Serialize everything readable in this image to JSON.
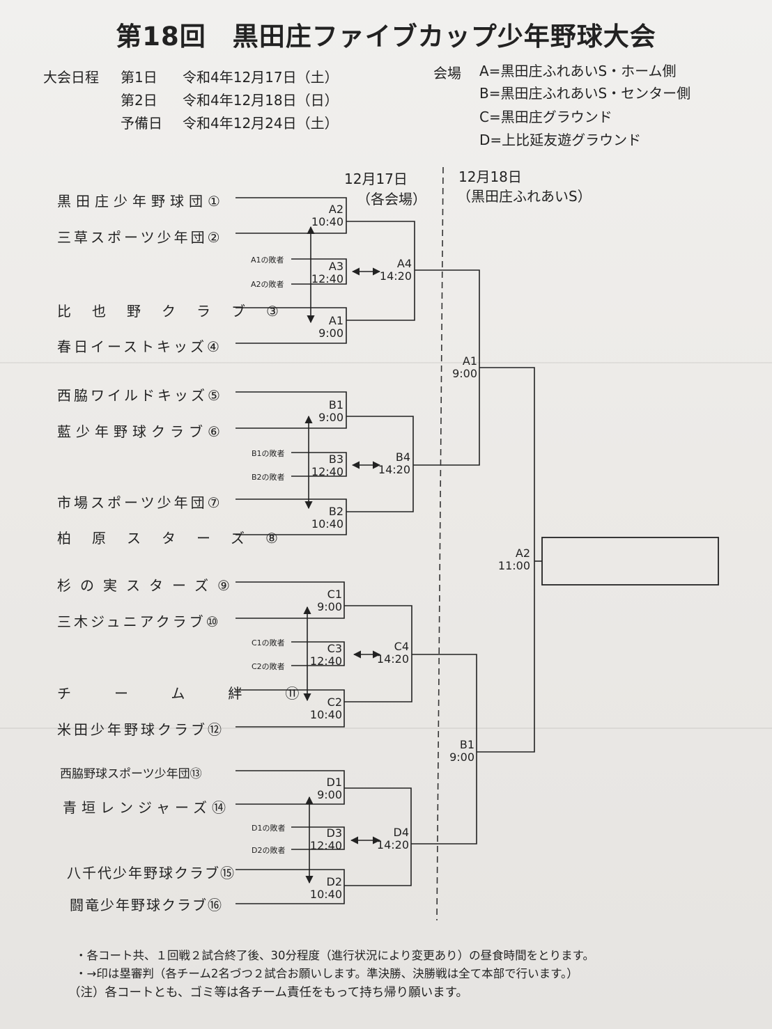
{
  "title": "第18回　黒田庄ファイブカップ少年野球大会",
  "schedule": {
    "label": "大会日程",
    "rows": [
      {
        "day": "第1日",
        "date": "令和4年12月17日（土）"
      },
      {
        "day": "第2日",
        "date": "令和4年12月18日（日）"
      },
      {
        "day": "予備日",
        "date": "令和4年12月24日（土）"
      }
    ]
  },
  "venues": {
    "label": "会場",
    "items": [
      "A=黒田庄ふれあいS・ホーム側",
      "B=黒田庄ふれあいS・センター側",
      "C=黒田庄グラウンド",
      "D=上比延友遊グラウンド"
    ]
  },
  "day1": {
    "date": "12月17日",
    "place": "（各会場）"
  },
  "day2": {
    "date": "12月18日",
    "place": "（黒田庄ふれあいS）"
  },
  "teams": [
    {
      "name": "黒田庄少年野球団",
      "num": "①"
    },
    {
      "name": "三草スポーツ少年団",
      "num": "②"
    },
    {
      "name": "比也野クラブ",
      "num": "③"
    },
    {
      "name": "春日イーストキッズ",
      "num": "④"
    },
    {
      "name": "西脇ワイルドキッズ",
      "num": "⑤"
    },
    {
      "name": "藍少年野球クラブ",
      "num": "⑥"
    },
    {
      "name": "市場スポーツ少年団",
      "num": "⑦"
    },
    {
      "name": "柏原スターズ",
      "num": "⑧"
    },
    {
      "name": "杉の実スターズ",
      "num": "⑨"
    },
    {
      "name": "三木ジュニアクラブ",
      "num": "⑩"
    },
    {
      "name": "チーム絆",
      "num": "⑪"
    },
    {
      "name": "米田少年野球クラブ",
      "num": "⑫"
    },
    {
      "name": "西脇野球スポーツ少年団",
      "num": "⑬"
    },
    {
      "name": "青垣レンジャーズ",
      "num": "⑭"
    },
    {
      "name": "八千代少年野球クラブ",
      "num": "⑮"
    },
    {
      "name": "闘竜少年野球クラブ",
      "num": "⑯"
    }
  ],
  "games": {
    "A2": {
      "code": "A2",
      "time": "10:40"
    },
    "A3": {
      "code": "A3",
      "time": "12:40"
    },
    "A1": {
      "code": "A1",
      "time": "9:00"
    },
    "A4": {
      "code": "A4",
      "time": "14:20"
    },
    "B1": {
      "code": "B1",
      "time": "9:00"
    },
    "B3": {
      "code": "B3",
      "time": "12:40"
    },
    "B2": {
      "code": "B2",
      "time": "10:40"
    },
    "B4": {
      "code": "B4",
      "time": "14:20"
    },
    "C1": {
      "code": "C1",
      "time": "9:00"
    },
    "C3": {
      "code": "C3",
      "time": "12:40"
    },
    "C2": {
      "code": "C2",
      "time": "10:40"
    },
    "C4": {
      "code": "C4",
      "time": "14:20"
    },
    "D1": {
      "code": "D1",
      "time": "9:00"
    },
    "D3": {
      "code": "D3",
      "time": "12:40"
    },
    "D2": {
      "code": "D2",
      "time": "10:40"
    },
    "D4": {
      "code": "D4",
      "time": "14:20"
    },
    "SF1": {
      "code": "A1",
      "time": "9:00"
    },
    "SF2": {
      "code": "B1",
      "time": "9:00"
    },
    "F": {
      "code": "A2",
      "time": "11:00"
    }
  },
  "losers": {
    "A1": "A1の敗者",
    "A2": "A2の敗者",
    "B1": "B1の敗者",
    "B2": "B2の敗者",
    "C1": "C1の敗者",
    "C2": "C2の敗者",
    "D1": "D1の敗者",
    "D2": "D2の敗者"
  },
  "notes": [
    "・各コート共、１回戦２試合終了後、30分程度（進行状況により変更あり）の昼食時間をとります。",
    "・→印は塁審判（各チーム2名づつ２試合お願いします。準決勝、決勝戦は全て本部で行います。）",
    "（注）各コートとも、ゴミ等は各チーム責任をもって持ち帰り願います。"
  ]
}
